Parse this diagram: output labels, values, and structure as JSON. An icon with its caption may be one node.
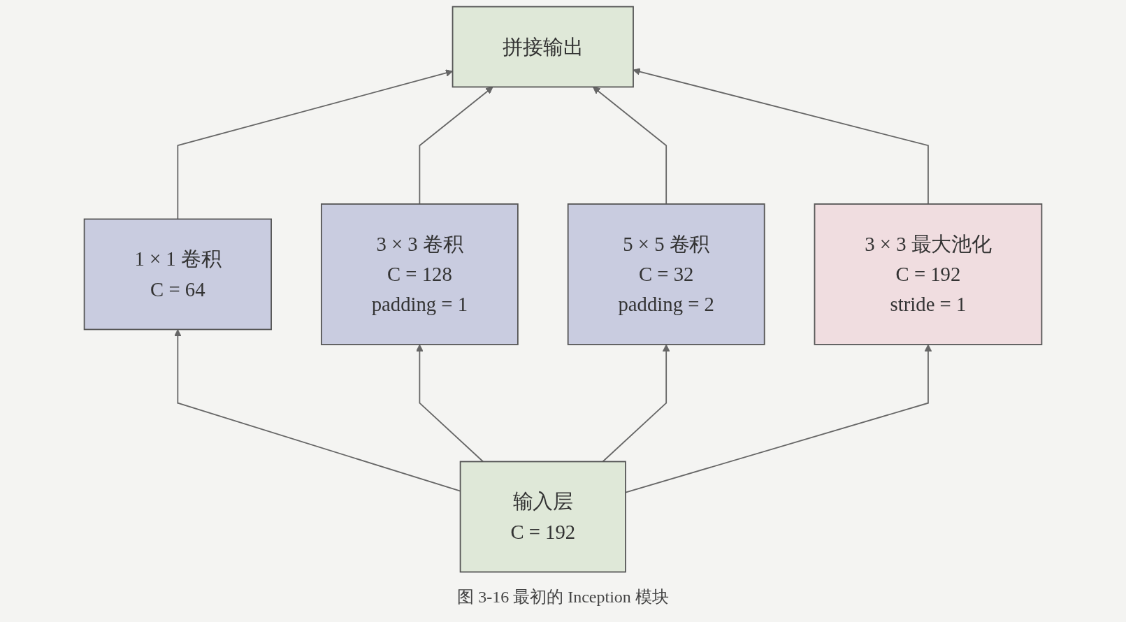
{
  "diagram": {
    "caption": "图 3-16 最初的 Inception 模块",
    "nodes": [
      {
        "text": [
          "拼接输出"
        ]
      },
      {
        "text": [
          "1 × 1 卷积",
          "C = 64"
        ]
      },
      {
        "text": [
          "3 × 3 卷积",
          "C = 128",
          "padding = 1"
        ]
      },
      {
        "text": [
          "5 × 5 卷积",
          "C = 32",
          "padding = 2"
        ]
      },
      {
        "text": [
          "3 × 3 最大池化",
          "C = 192",
          "stride = 1"
        ]
      },
      {
        "text": [
          "输入层",
          "C = 192"
        ]
      }
    ],
    "edges": [
      {
        "from": 5,
        "to": 1,
        "arrow": "to"
      },
      {
        "from": 5,
        "to": 2,
        "arrow": "to"
      },
      {
        "from": 5,
        "to": 3,
        "arrow": "to"
      },
      {
        "from": 5,
        "to": 4,
        "arrow": "to"
      },
      {
        "from": 1,
        "to": 0,
        "arrow": "to"
      },
      {
        "from": 2,
        "to": 0,
        "arrow": "to"
      },
      {
        "from": 3,
        "to": 0,
        "arrow": "to"
      },
      {
        "from": 4,
        "to": 0,
        "arrow": "to"
      }
    ]
  }
}
